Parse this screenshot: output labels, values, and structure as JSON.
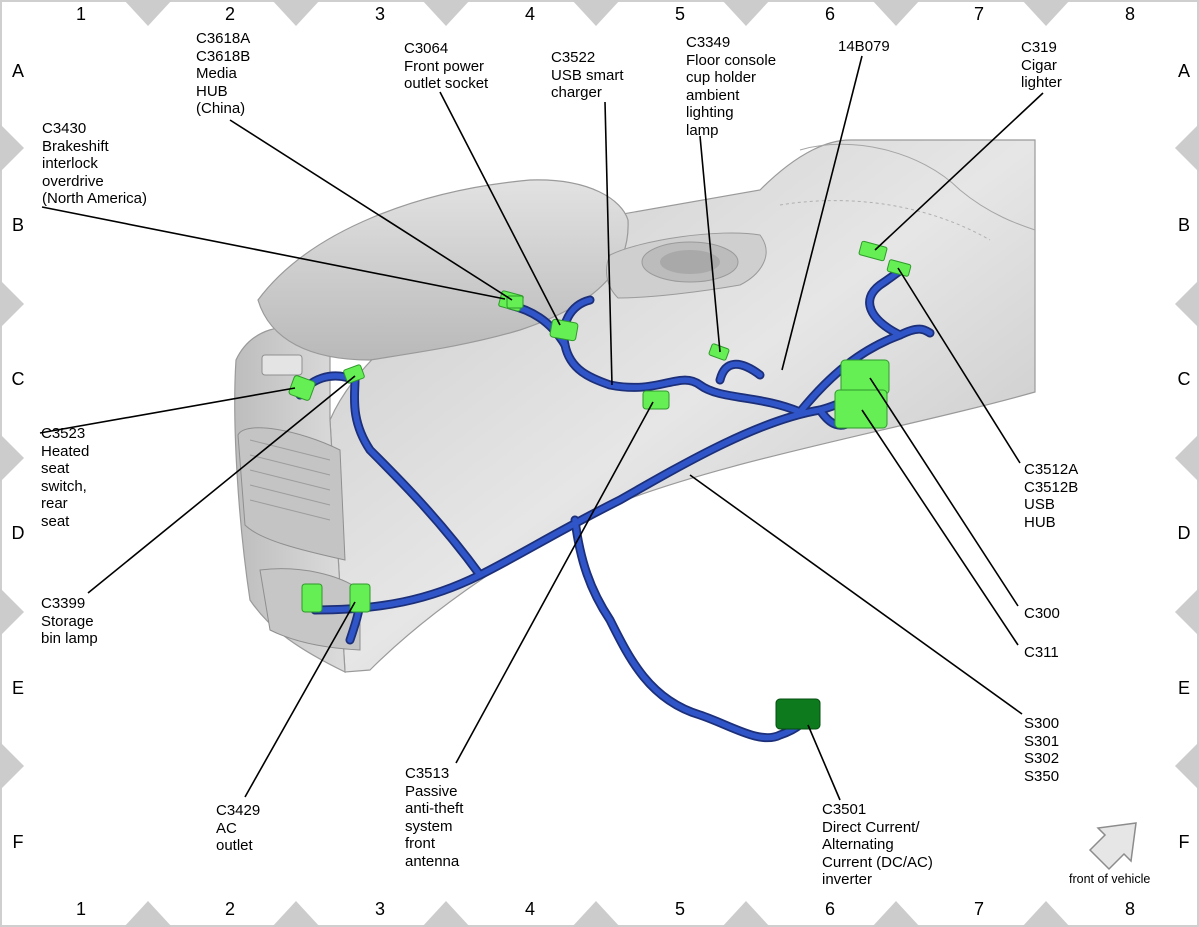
{
  "grid": {
    "columns": [
      "1",
      "2",
      "3",
      "4",
      "5",
      "6",
      "7",
      "8"
    ],
    "rows": [
      "A",
      "B",
      "C",
      "D",
      "E",
      "F"
    ]
  },
  "labels": {
    "c3618": "C3618A\nC3618B\nMedia\nHUB\n(China)",
    "c3430": "C3430\nBrakeshift\ninterlock\noverdrive\n(North America)",
    "c3064": "C3064\nFront power\noutlet socket",
    "c3522": "C3522\nUSB smart\ncharger",
    "c3349": "C3349\nFloor console\ncup holder\nambient\nlighting\nlamp",
    "b14079": "14B079",
    "c319": "C319\nCigar\nlighter",
    "c3523": "C3523\nHeated\nseat\nswitch,\nrear\nseat",
    "c3399": "C3399\nStorage\nbin lamp",
    "c3512": "C3512A\nC3512B\nUSB\nHUB",
    "c300": "C300",
    "c311": "C311",
    "s300": "S300\nS301\nS302\nS350",
    "c3513": "C3513\nPassive\nanti-theft\nsystem\nfront\nantenna",
    "c3429": "C3429\nAC\noutlet",
    "c3501": "C3501\nDirect Current/\nAlternating\nCurrent (DC/AC)\ninverter"
  },
  "front_of_vehicle": "front of vehicle",
  "colors": {
    "harness": "#2f55c8",
    "harness_dark": "#1c2f78",
    "connector": "#66ee55",
    "inverter": "#0d7a1e",
    "console": "#d6d6d6",
    "frame_marker": "#cccccc"
  },
  "icons": {
    "direction": "arrow-up-right-icon"
  }
}
